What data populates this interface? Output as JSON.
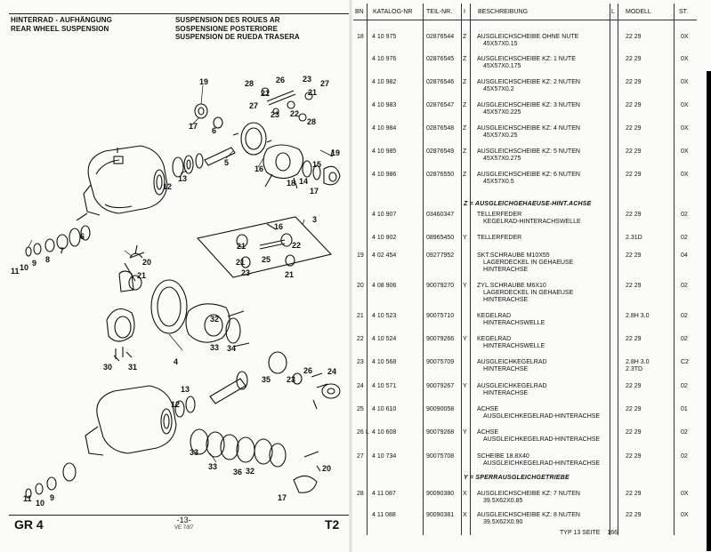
{
  "diagram_page": {
    "title_de": [
      "HINTERRAD - AUFHÄNGUNG",
      "REAR WHEEL SUSPENSION"
    ],
    "title_fr": [
      "SUSPENSION DES ROUES AR",
      "SOSPENSIONE POSTERIORE",
      "SUSPENSION DE RUEDA TRASERA"
    ],
    "footer_left": "GR 4",
    "footer_center": "-13-",
    "footer_center_sub": "VE 7/87",
    "footer_right": "T2",
    "callouts": [
      "19",
      "28",
      "21",
      "26",
      "23",
      "27",
      "21",
      "27",
      "23",
      "22",
      "28",
      "17",
      "6",
      "5",
      "16",
      "15",
      "19",
      "18",
      "14",
      "17",
      "13",
      "12",
      "3",
      "16",
      "21",
      "22",
      "25",
      "23",
      "21",
      "21",
      "11",
      "10",
      "9",
      "8",
      "7",
      "6",
      "20",
      "21",
      "32",
      "33",
      "34",
      "30",
      "31",
      "4",
      "35",
      "23",
      "26",
      "24",
      "13",
      "12",
      "33",
      "33",
      "36",
      "32",
      "20",
      "17",
      "11",
      "10",
      "9"
    ]
  },
  "parts_list": {
    "headers": {
      "bn": "BN",
      "katalog": "KATALOG-NR",
      "teil": "TEIL-NR.",
      "i": "I",
      "beschreibung": "BESCHREIBUNG",
      "l": "L",
      "modell": "MODELL",
      "st": "ST."
    },
    "rows": [
      {
        "bn": "18",
        "l": "",
        "katalog": "4 10 975",
        "teil": "02876544",
        "flag": "Z",
        "d1": "AUSGLEICHSCHEIBE OHNE NUTE",
        "d2": "45X57X0.15",
        "modell": "22 29",
        "st": "0X"
      },
      {
        "bn": "",
        "l": "",
        "katalog": "4 10 976",
        "teil": "02876545",
        "flag": "Z",
        "d1": "AUSGLEICHSCHEIBE KZ: 1 NUTE",
        "d2": "45X57X0.175",
        "modell": "22 29",
        "st": "0X"
      },
      {
        "bn": "",
        "l": "",
        "katalog": "4 10 982",
        "teil": "02876546",
        "flag": "Z",
        "d1": "AUSGLEICHSCHEIBE KZ: 2 NUTEN",
        "d2": "45X57X0.2",
        "modell": "22 29",
        "st": "0X"
      },
      {
        "bn": "",
        "l": "",
        "katalog": "4 10 983",
        "teil": "02876547",
        "flag": "Z",
        "d1": "AUSGLEICHSCHEIBE KZ: 3 NUTEN",
        "d2": "45X57X0.225",
        "modell": "22 29",
        "st": "0X"
      },
      {
        "bn": "",
        "l": "",
        "katalog": "4 10 984",
        "teil": "02876548",
        "flag": "Z",
        "d1": "AUSGLEICHSCHEIBE KZ: 4 NUTEN",
        "d2": "45X57X0.25",
        "modell": "22 29",
        "st": "0X"
      },
      {
        "bn": "",
        "l": "",
        "katalog": "4 10 985",
        "teil": "02876549",
        "flag": "Z",
        "d1": "AUSGLEICHSCHEIBE KZ: 5 NUTEN",
        "d2": "45X57X0.275",
        "modell": "22 29",
        "st": "0X"
      },
      {
        "bn": "",
        "l": "",
        "katalog": "4 10 986",
        "teil": "02876550",
        "flag": "Z",
        "d1": "AUSGLEICHSCHEIBE KZ: 6 NUTEN",
        "d2": "45X57X0.5",
        "modell": "22 29",
        "st": "0X"
      },
      {
        "bn": "",
        "l": "",
        "katalog": "4 10 907",
        "teil": "03460347",
        "flag": "",
        "d1": "TELLERFEDER",
        "d2": "KEGELRAD-HINTERACHSWELLE",
        "modell": "22 29",
        "st": "02"
      },
      {
        "bn": "",
        "l": "",
        "katalog": "4 10 902",
        "teil": "08965450",
        "flag": "Y",
        "d1": "TELLERFEDER",
        "d2": "",
        "modell": "2.31D",
        "st": "02"
      },
      {
        "bn": "19",
        "l": "",
        "katalog": "4 02 454",
        "teil": "09277952",
        "flag": "",
        "d1": "SKT.SCHRAUBE M10X55",
        "d2": "LAGERDECKEL IN GEHAEUSE",
        "d3": "HINTERACHSE",
        "modell": "22 29",
        "st": "04"
      },
      {
        "bn": "20",
        "l": "",
        "katalog": "4 08 906",
        "teil": "90079270",
        "flag": "Y",
        "d1": "ZYL.SCHRAUBE M6X10",
        "d2": "LAGERDECKEL IN GEHAEUSE",
        "d3": "HINTERACHSE",
        "modell": "22 29",
        "st": "02"
      },
      {
        "bn": "21",
        "l": "",
        "katalog": "4 10 523",
        "teil": "90075710",
        "flag": "",
        "d1": "KEGELRAD",
        "d2": "HINTERACHSWELLE",
        "modell": "2.8H 3.0",
        "st": "02"
      },
      {
        "bn": "22",
        "l": "",
        "katalog": "4 10 524",
        "teil": "90079266",
        "flag": "Y",
        "d1": "KEGELRAD",
        "d2": "HINTERACHSWELLE",
        "modell": "22 29",
        "st": "02"
      },
      {
        "bn": "23",
        "l": "",
        "katalog": "4 10 568",
        "teil": "90075709",
        "flag": "",
        "d1": "AUSGLEICHKEGELRAD",
        "d2": "HINTERACHSE",
        "modell": "2.8H 3.0",
        "modell2": "2.3TD",
        "st": "C2"
      },
      {
        "bn": "24",
        "l": "",
        "katalog": "4 10 571",
        "teil": "90079267",
        "flag": "Y",
        "d1": "AUSGLEICHKEGELRAD",
        "d2": "HINTERACHSE",
        "modell": "22 29",
        "st": "02"
      },
      {
        "bn": "25",
        "l": "",
        "katalog": "4 10 610",
        "teil": "90090058",
        "flag": "",
        "d1": "ACHSE",
        "d2": "AUSGLEICHKEGELRAD-HINTERACHSE",
        "modell": "22 29",
        "st": "01"
      },
      {
        "bn": "26",
        "l": "L",
        "katalog": "4 10 608",
        "teil": "90079268",
        "flag": "Y",
        "d1": "ACHSE",
        "d2": "AUSGLEICHKEGELRAD-HINTERACHSE",
        "modell": "22 29",
        "st": "02"
      },
      {
        "bn": "27",
        "l": "",
        "katalog": "4 10 734",
        "teil": "90075708",
        "flag": "",
        "d1": "SCHEIBE 18.8X40",
        "d2": "AUSGLEICHKEGELRAD-HINTERACHSE",
        "modell": "22 29",
        "st": "02"
      },
      {
        "bn": "28",
        "l": "",
        "katalog": "4 11 087",
        "teil": "90090380",
        "flag": "X",
        "d1": "AUSGLEICHSCHEIBE KZ: 7 NUTEN",
        "d2": "39.5X62X0.85",
        "modell": "22 29",
        "st": "0X"
      },
      {
        "bn": "",
        "l": "",
        "katalog": "4 11 088",
        "teil": "90090381",
        "flag": "X",
        "d1": "AUSGLEICHSCHEIBE KZ: 8 NUTEN",
        "d2": "39.5X62X0.90",
        "modell": "22 29",
        "st": "0X"
      }
    ],
    "sub_headers": [
      {
        "flag": "Z",
        "text": "= AUSGLEICHGEHAEUSE-HINT.ACHSE"
      },
      {
        "flag": "Y",
        "text": "= SPERRAUSGLEICHGETRIEBE"
      }
    ],
    "footer_typ": "TYP  13  SEITE",
    "footer_page": "166"
  }
}
